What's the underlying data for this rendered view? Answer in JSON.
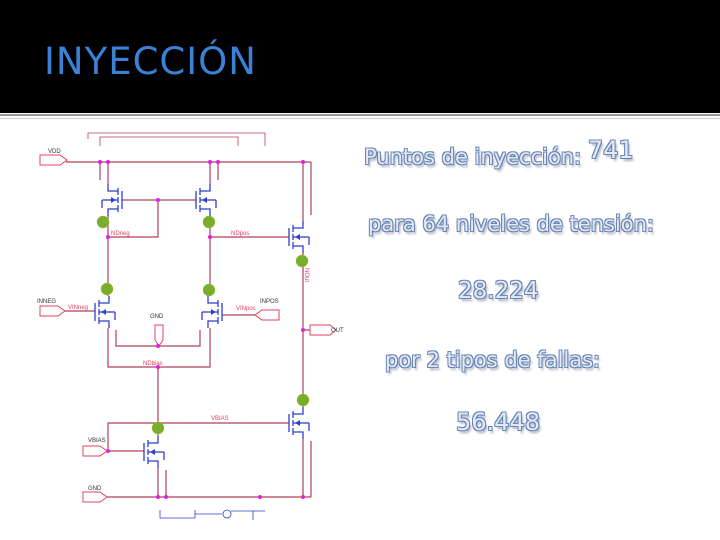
{
  "slide": {
    "title": "INYECCIÓN",
    "lines": [
      {
        "label": "Puntos de inyección:",
        "value": "741"
      },
      {
        "label": "para 64 niveles de tensión:"
      },
      {
        "value": "28.224"
      },
      {
        "label": "por 2 tipos de fallas:"
      },
      {
        "value": "56.448"
      }
    ]
  },
  "circuit": {
    "ports": {
      "vdd": "VDD",
      "inneg": "INNEG",
      "inpos": "INPOS",
      "gnd_mid": "GND",
      "out": "OUT",
      "vbias": "VBIAS",
      "gnd": "GND"
    },
    "nets": {
      "ndneg": "NDneg",
      "ndpos": "NDpos",
      "vinneg": "VINneg",
      "vinpos": "VINpos",
      "ndbias": "NDbias",
      "vbias": "VBIAS",
      "nout": "NOut"
    },
    "colors": {
      "wire": "#b0405a",
      "transistor": "#2f3fd0",
      "node": "#e020e0",
      "injection_point": "#7aae2a",
      "label_red": "#e04060",
      "title": "#3b82d6"
    }
  }
}
